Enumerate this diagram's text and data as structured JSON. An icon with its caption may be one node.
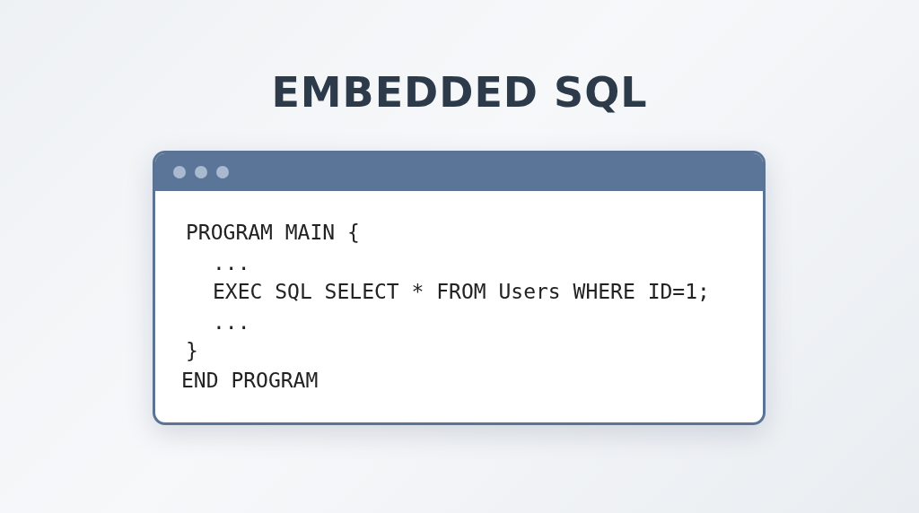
{
  "diagram": {
    "title": "EMBEDDED SQL",
    "nodes": [
      {
        "text": [
          "PROGRAM MAIN {",
          "...",
          "EXEC SQL SELECT * FROM Users WHERE ID=1;",
          "...",
          "}",
          "END PROGRAM"
        ]
      }
    ]
  }
}
